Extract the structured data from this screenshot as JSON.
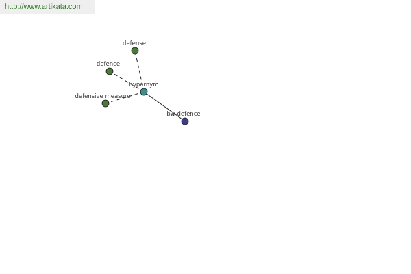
{
  "site": {
    "url": "http://www.artikata.com"
  },
  "graph": {
    "nodes": [
      {
        "id": "defense",
        "label": "defense",
        "color": "#4a7a3a"
      },
      {
        "id": "defence",
        "label": "defence",
        "color": "#4a7a3a"
      },
      {
        "id": "defensive_measure",
        "label": "defensive measure",
        "color": "#4a7a3a"
      },
      {
        "id": "hypernym",
        "label": "hypernym",
        "color": "#3f8c8c"
      },
      {
        "id": "bw_defence",
        "label": "bw defence",
        "color": "#3c3d8a"
      }
    ],
    "edges": [
      {
        "from": "hypernym",
        "to": "defense",
        "style": "dashed"
      },
      {
        "from": "hypernym",
        "to": "defence",
        "style": "dashed"
      },
      {
        "from": "hypernym",
        "to": "defensive_measure",
        "style": "dashed"
      },
      {
        "from": "hypernym",
        "to": "bw_defence",
        "style": "solid"
      }
    ]
  }
}
